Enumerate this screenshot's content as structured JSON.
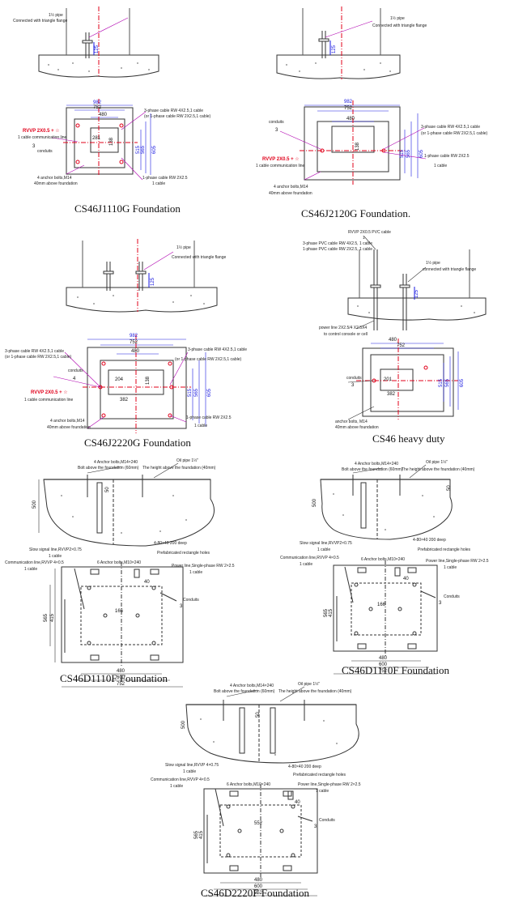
{
  "colors": {
    "dimension": "#1a1ae0",
    "centerline": "#e0001a",
    "leader": "#b000b0",
    "concrete": "#888888",
    "ink": "#111111"
  },
  "panels": {
    "j1110": {
      "caption": "CS46J1110G Foundation",
      "elev": {
        "flange_note": "Connected with triangle flange",
        "flange_size": "1½ pipe",
        "height": "125"
      },
      "plan": {
        "dim_outer": "982",
        "dim_inner": "752",
        "dim_center": "480",
        "dim_small": "281",
        "dim_v1": "138",
        "dim_h1": "515",
        "dim_h2": "565",
        "dim_h3": "605",
        "cable_red": "RVVP 2X0.5 + ☆",
        "cable_red_note": "1 cable communication line",
        "conduits": "conduits",
        "conduits_num": "3",
        "three_phase": "3-phase cable RW 4X2.5,1 cable",
        "one_phase_alt": "(or 1-phase cable RW 2X2.5,1 cable)",
        "one_phase": "1-phase cable RW 2X2.5",
        "one_phase_note": "1 cable",
        "anchor": "4 anchor bolts,M14",
        "anchor_note": "40mm above foundation"
      }
    },
    "j2120": {
      "caption": "CS46J2120G Foundation.",
      "elev": {
        "flange_note": "Connected with triangle flange",
        "flange_size": "1½ pipe",
        "height": "125"
      },
      "plan": {
        "dim_outer": "982",
        "dim_inner": "752",
        "dim_center": "480",
        "dim_v1": "138",
        "dim_h1": "515",
        "dim_h2": "565",
        "dim_h3": "605",
        "conduits": "conduits",
        "conduits_num": "3",
        "cable_red": "RVVP 2X0.5 + ☆",
        "cable_red_note": "1 cable communication line",
        "three_phase": "3-phase cable RW 4X2.5,1 cable",
        "one_phase_alt": "(or 1-phase cable RW 2X2.5,1 cable)",
        "one_phase": "1-phase cable RW 2X2.5",
        "one_phase_note": "1 cable",
        "anchor": "4 anchor bolts,M14",
        "anchor_note": "40mm above foundation"
      }
    },
    "j2220": {
      "caption": "CS46J2220G Foundation",
      "elev": {
        "flange_note": "Connected with triangle flange",
        "flange_size": "1½ pipe",
        "height": "125"
      },
      "plan": {
        "dim_outer": "982",
        "dim_inner": "752",
        "dim_center": "480",
        "dim_small": "204",
        "dim_v1": "138",
        "dim_bottom": "382",
        "dim_h1": "515",
        "dim_h2": "565",
        "dim_h3": "605",
        "three_phase_l": "3-phase cable RW 4X2.5,1 cable",
        "one_phase_alt_l": "(or 1-phase cable RW 2X2.5,1 cable)",
        "three_phase_r": "3-phase cable RW 4X2.5,1 cable",
        "one_phase_alt_r": "(or 1-phase cable RW 2X2.5,1 cable)",
        "conduits": "conduits",
        "conduits_num": "4",
        "cable_red": "RVVP 2X0.5 + ☆",
        "cable_red_note": "1 cable communication line",
        "one_phase": "1-phase cable RW 2X2.5",
        "one_phase_note": "1 cable",
        "anchor": "4 anchor bolts,M14",
        "anchor_note": "40mm above foundation"
      }
    },
    "heavy": {
      "caption": "CS46 heavy duty",
      "elev": {
        "pvc1": "RVVP 2X0.5 PVC cable",
        "pvc1_note": "1",
        "pvc2": "3-phase PVC cable RW 4X2.5, 1 cable",
        "pvc3": "1-phase PVC cable RW 2X2.5, 1 cable",
        "flange_size": "1½ pipe",
        "flange_note": "connected with triangle flange",
        "height": "125",
        "panel_note": "power line 2X2.5/4 X2.5X4",
        "panel_note2": "to control console or cell"
      },
      "plan": {
        "dim_outer": "480",
        "dim_inner": "752",
        "dim_small": "201",
        "dim_bottom": "382",
        "dim_h1": "515",
        "dim_h2": "565",
        "dim_h3": "605",
        "conduits": "conduits",
        "conduits_num": "3",
        "anchor": "anchor bolts, M14",
        "anchor_note": "40mm above foundation"
      }
    },
    "d1110a": {
      "caption": "CS46D1110F Foundation",
      "elev": {
        "anchor": "4 Anchor bolts,M14×240",
        "anchor_note": "Bolt above the foundation (60mm)",
        "pipe": "Oil pipe 1½\"",
        "pipe_note": "The height above the foundation (40mm)",
        "depth": "500",
        "h": "50"
      },
      "plan": {
        "signal": "Slow signal line,RVVP2×0.75",
        "signal_n": "1 cable",
        "comm": "Communication line,RVVP 4×0.5",
        "comm_n": "1 cable",
        "bolts": "6 Anchor bolts,M10×240",
        "holes": "4-80×40 200 deep",
        "holes2": "Prefabricated rectangle holes",
        "power": "Power line,Single-phase RW 2×2.5",
        "power_n": "1 cable",
        "conduits": "Conduits",
        "conduits_num": "3",
        "d166": "166",
        "d565": "565",
        "d415": "415",
        "d480": "480",
        "d600": "600",
        "d752": "752",
        "d40": "40"
      }
    },
    "d1110b": {
      "caption": "CS46D1110F Foundation",
      "elev": {
        "anchor": "4 Anchor bolts,M14×240",
        "anchor_note": "Bolt above the foundation (60mm)",
        "pipe": "Oil pipe 1½\"",
        "pipe_note": "The height above the foundation (40mm)",
        "depth": "500",
        "h": "50"
      },
      "plan": {
        "signal": "Slow signal line,RVVP2×0.75",
        "signal_n": "1 cable",
        "comm": "Communication line,RVVP 4×0.5",
        "comm_n": "1 cable",
        "bolts": "6 Anchor bolts,M10×240",
        "holes": "4-80×40 200 deep",
        "holes2": "Prefabricated rectangle holes",
        "power": "Power line,Single-phase RW 2×2.5",
        "power_n": "1 cable",
        "conduits": "Conduits",
        "conduits_num": "3",
        "d166": "166",
        "d565": "565",
        "d415": "415",
        "d480": "480",
        "d600": "600",
        "d752": "752",
        "d40": "40"
      }
    },
    "d2220": {
      "caption": "CS46D2220F Foundation",
      "elev": {
        "anchor": "4 Anchor bolts,M14×240",
        "anchor_note": "Bolt above the foundation (60mm)",
        "pipe": "Oil pipe 1½\"",
        "pipe_note": "The height above the foundation (40mm)",
        "depth": "500",
        "h": "50"
      },
      "plan": {
        "signal": "Slow signal line,RVVP 4×0.75",
        "signal_n": "1 cable",
        "comm": "Communication line,RVVP 4×0.5",
        "comm_n": "1 cable",
        "bolts": "6 Anchor bolts,M10×240",
        "holes": "4-80×40 200 deep",
        "holes2": "Prefabricated rectangle holes",
        "power": "Power line,Single-phase RW 2×2.5",
        "power_n": "1 cable",
        "conduits": "Conduits",
        "conduits_num": "3",
        "d552": "552",
        "d565": "565",
        "d415": "415",
        "d480": "480",
        "d600": "600",
        "d752": "752",
        "d40": "40"
      }
    }
  }
}
